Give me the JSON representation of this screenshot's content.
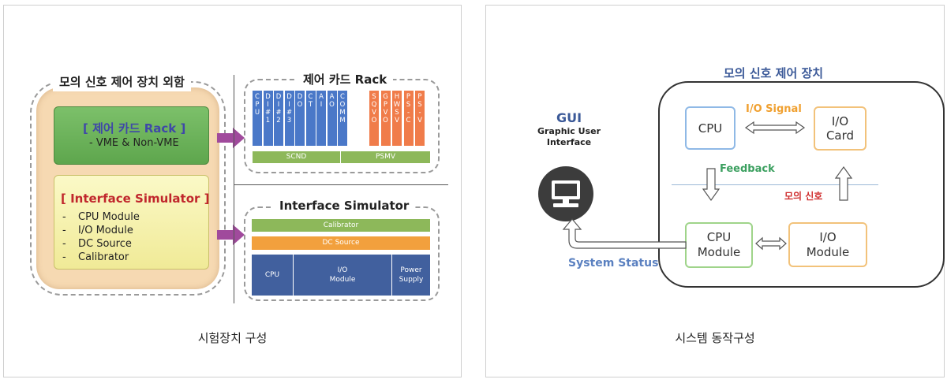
{
  "left": {
    "group_title": "모의 신호 제어 장치 외함",
    "rack_box": {
      "title": "[ 제어 카드 Rack ]",
      "detail": "- VME & Non-VME"
    },
    "sim_box": {
      "title": "[ Interface Simulator ]",
      "items": [
        {
          "dash": "-",
          "label": "CPU Module"
        },
        {
          "dash": "-",
          "label": "I/O Module"
        },
        {
          "dash": "-",
          "label": "DC Source"
        },
        {
          "dash": "-",
          "label": "Calibrator"
        }
      ]
    },
    "rack_panel": {
      "title": "제어 카드 Rack",
      "blue_cards": [
        "CPU",
        "DI#1",
        "DI#2",
        "DI#3",
        "DO",
        "CT",
        "AI",
        "AO",
        "COMM"
      ],
      "orange_cards": [
        "SQVO",
        "GPVO",
        "HWSV",
        "PS-C",
        "PS-V"
      ],
      "bottom_bars": [
        "SCND",
        "PSMV"
      ]
    },
    "sim_panel": {
      "title": "Interface Simulator",
      "calibrator": "Calibrator",
      "dc_source": "DC Source",
      "modules": [
        "CPU",
        "I/O\nModule",
        "Power\nSupply"
      ]
    },
    "caption": "시험장치 구성"
  },
  "right": {
    "gui_title": "GUI",
    "gui_subtitle": "Graphic User\nInterface",
    "device_title": "모의 신호 제어 장치",
    "cpu": "CPU",
    "io_card": "I/O\nCard",
    "io_signal": "I/O Signal",
    "feedback": "Feedback",
    "sim_signal": "모의 신호",
    "cpu_module": "CPU\nModule",
    "io_module": "I/O\nModule",
    "system_status": "System Status",
    "caption": "시스템 동작구성"
  },
  "colors": {
    "blue_card": "#4a78c8",
    "orange_card": "#f07c4a",
    "green_bar": "#8db85a",
    "orange_bar": "#f2a03d",
    "navy_module": "#41609e",
    "arrow_purple": "#a04a9c"
  }
}
